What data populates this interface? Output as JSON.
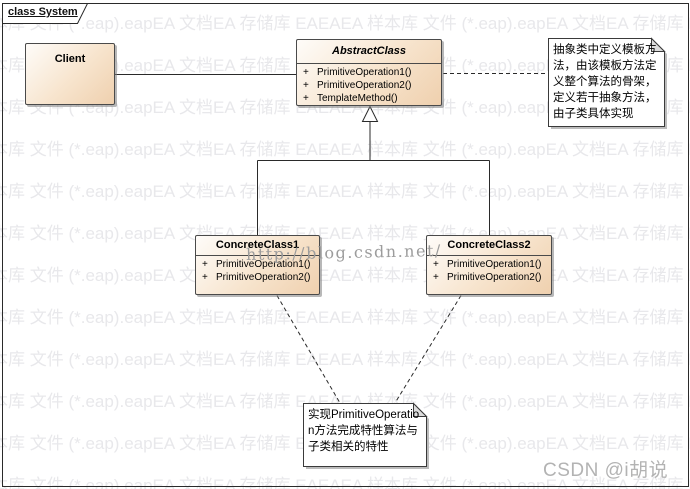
{
  "diagram": {
    "frame_label": "class System",
    "visibility": "+",
    "classes": {
      "client": {
        "name": "Client",
        "methods": []
      },
      "abstract": {
        "name": "AbstractClass",
        "methods": [
          "PrimitiveOperation1()",
          "PrimitiveOperation2()",
          "TemplateMethod()"
        ]
      },
      "concrete1": {
        "name": "ConcreteClass1",
        "methods": [
          "PrimitiveOperation1()",
          "PrimitiveOperation2()"
        ]
      },
      "concrete2": {
        "name": "ConcreteClass2",
        "methods": [
          "PrimitiveOperation1()",
          "PrimitiveOperation2()"
        ]
      }
    },
    "notes": {
      "abstract_note": "抽象类中定义模板方法，由该模板方法定义整个算法的骨架，定义若干抽象方法，由子类具体实现",
      "concrete_note": "实现PrimitiveOperation方法完成特性算法与子类相关的特性"
    }
  },
  "watermarks": {
    "tile_text": "样本库 文件 (*.eap).eapEA 文档EA 存储库 EAEAEA ",
    "url": "http://blog.csdn.net/",
    "credit": "CSDN @i胡说"
  },
  "colors": {
    "box_fill_start": "#fefcf9",
    "box_fill_end": "#efd0ae",
    "box_border": "#4a4a4a",
    "line": "#2a2a2a",
    "note_fill": "#ffffff",
    "note_fold": "#dcdcdc",
    "shadow": "#bcbcbc",
    "watermark_tile": "#e8e8eb",
    "watermark_url": "#9c9c9c",
    "watermark_credit": "#b3b3b3"
  }
}
